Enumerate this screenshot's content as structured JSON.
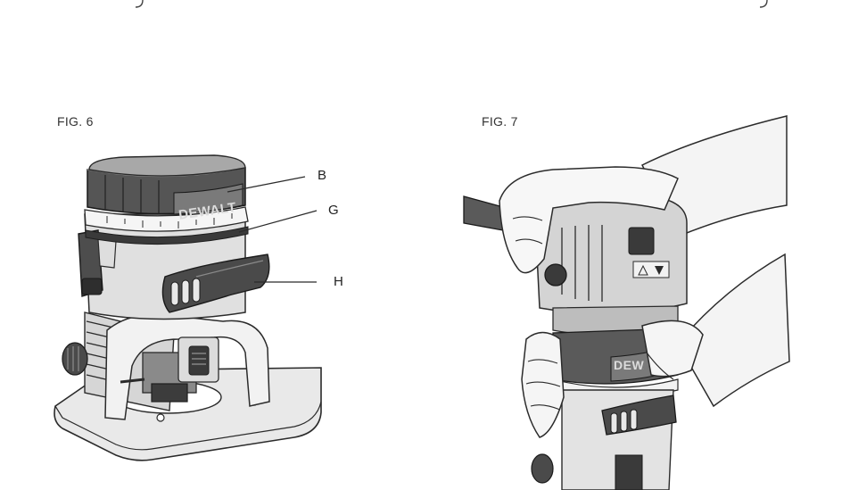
{
  "figures": [
    {
      "label": "FIG. 6",
      "brand_text": "DEWALT",
      "callouts": [
        {
          "letter": "B"
        },
        {
          "letter": "G"
        },
        {
          "letter": "H"
        }
      ]
    },
    {
      "label": "FIG. 7",
      "brand_text": "DEWALT"
    }
  ],
  "colors": {
    "line": "#2b2b2b",
    "dark": "#3a3a3a",
    "mid": "#7d7d7d",
    "light": "#c9c9c9",
    "pale": "#e8e8e8"
  }
}
